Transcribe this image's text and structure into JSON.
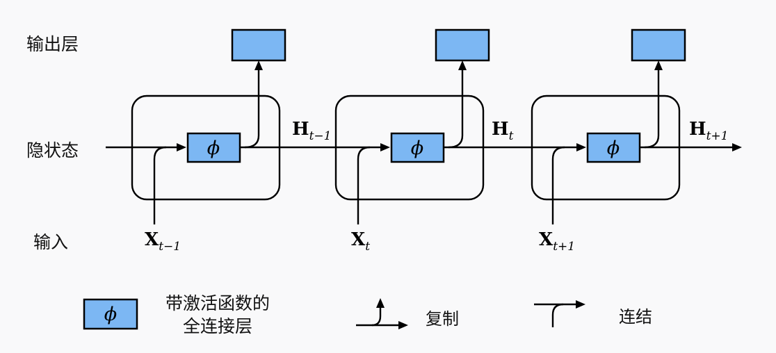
{
  "colors": {
    "background": "#f9f9fa",
    "box_fill": "#7cb7f3",
    "line": "#000000"
  },
  "row_labels": {
    "output_layer": "输出层",
    "hidden_state": "隐状态",
    "input": "输入"
  },
  "cells": [
    {
      "phi": "ϕ",
      "h_main": "H",
      "h_sub": "t−1",
      "x_main": "X",
      "x_sub": "t−1"
    },
    {
      "phi": "ϕ",
      "h_main": "H",
      "h_sub": "t",
      "x_main": "X",
      "x_sub": "t"
    },
    {
      "phi": "ϕ",
      "h_main": "H",
      "h_sub": "t+1",
      "x_main": "X",
      "x_sub": "t+1"
    }
  ],
  "legend": {
    "phi": "ϕ",
    "fc_label_line1": "带激活函数的",
    "fc_label_line2": "全连接层",
    "copy_label": "复制",
    "concat_label": "连结"
  }
}
